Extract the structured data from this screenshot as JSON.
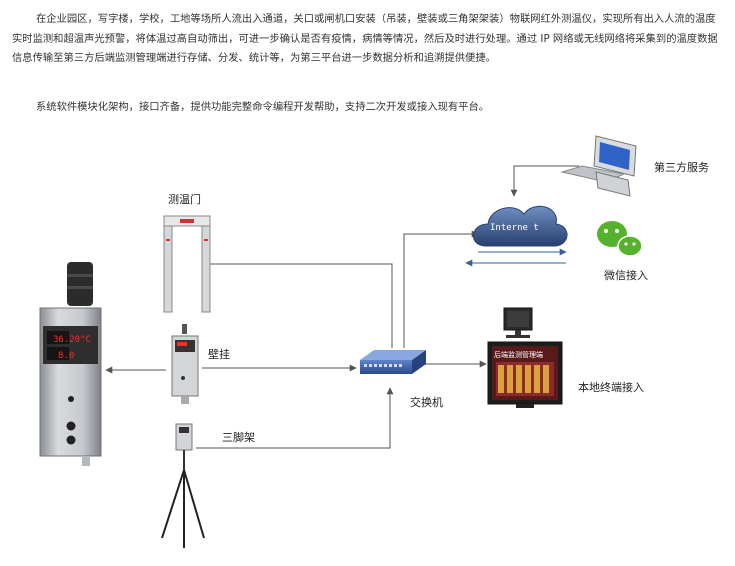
{
  "intro": {
    "paragraph_1": "在企业园区，写字楼，学校，工地等场所人流出入通道，关口或闸机口安装（吊装，壁装或三角架架装）物联网红外测温仪，实现所有出入人流的温度实时监测和超温声光预警，将体温过高自动筛出，可进一步确认是否有疫情，病情等情况，然后及时进行处理。通过 IP 网络或无线网络将采集到的温度数据信息传输至第三方后端监测管理端进行存储、分发、统计等，为第三平台进一步数据分析和追溯提供便捷。",
    "paragraph_2": "系统软件模块化架构，接口齐备，提供功能完整命令编程开发帮助，支持二次开发或接入现有平台。"
  },
  "diagram": {
    "labels": {
      "temp_gate": "测温门",
      "wall_mount": "壁挂",
      "tripod": "三脚架",
      "switch": "交换机",
      "third_party": "第三方服务",
      "wechat": "微信接入",
      "local_terminal": "本地终端接入",
      "internet": "Interne t",
      "monitor_screen": "后端监测管理端"
    },
    "device_display": {
      "temperature": "36.20°C",
      "count": "8.0"
    },
    "colors": {
      "line": "#555555",
      "cloud": "#3f5f92",
      "switch": "#3b5fa8",
      "wechat": "#56b22c",
      "arrow_blue": "#3a5fa0",
      "led": "#ff2a2a"
    }
  }
}
